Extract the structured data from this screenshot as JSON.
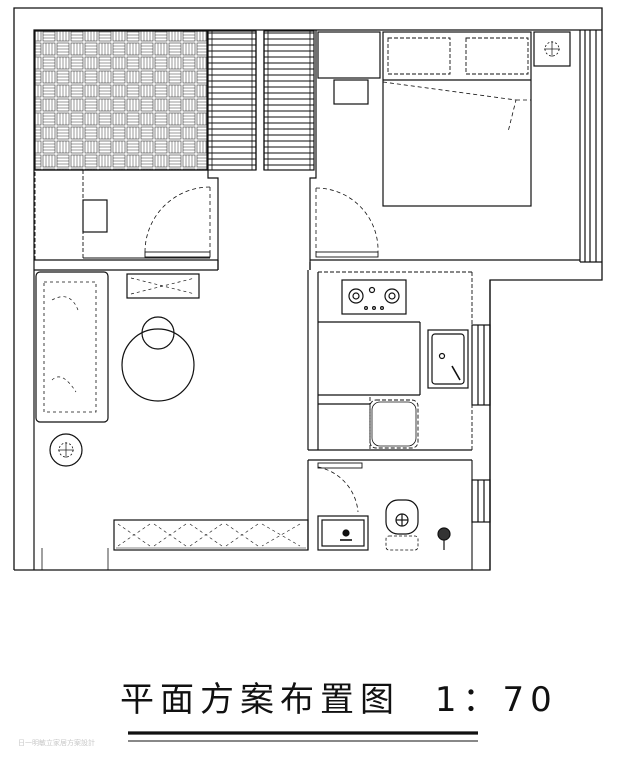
{
  "drawing": {
    "title": "平面方案布置图",
    "scale": "1：70",
    "watermark": "日一明敏立家居方案設計"
  }
}
